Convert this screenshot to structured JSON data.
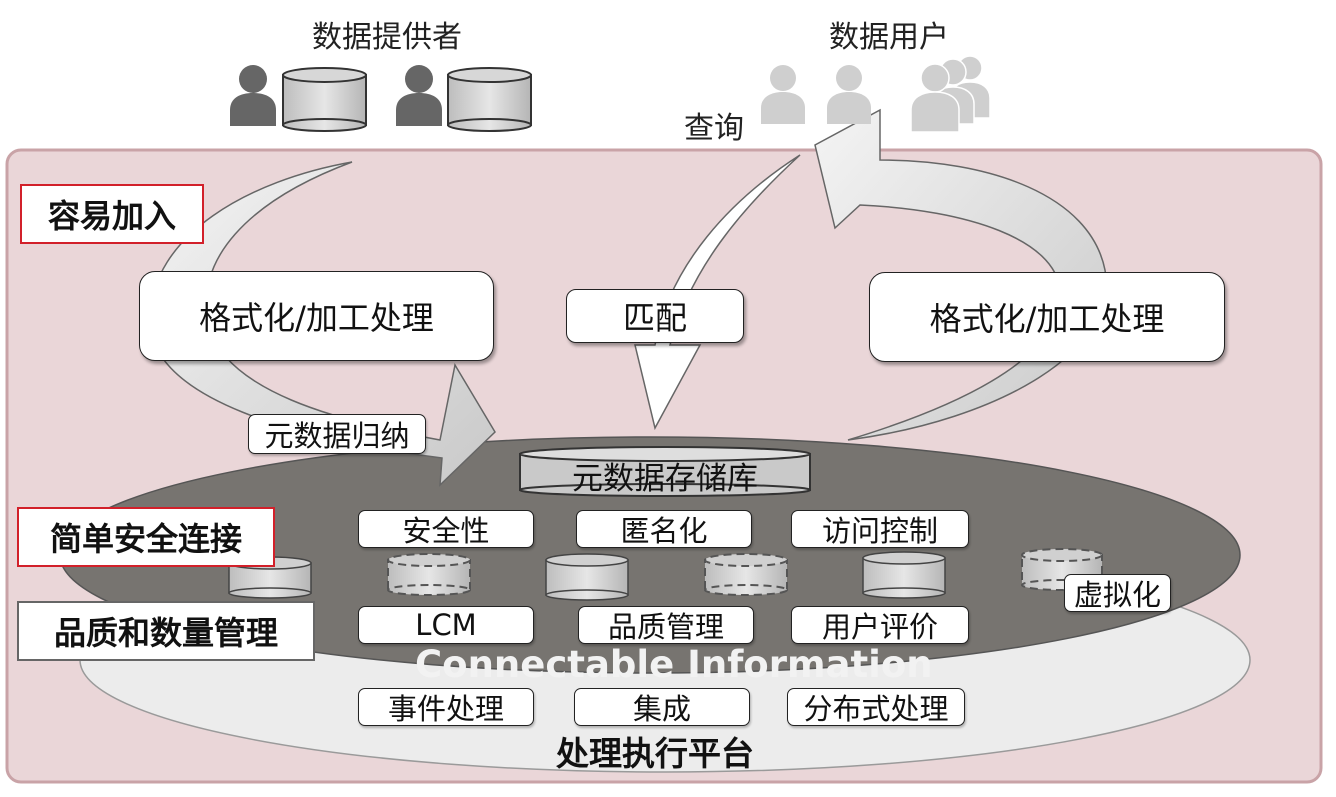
{
  "top": {
    "providers_title": "数据提供者",
    "users_title": "数据用户",
    "query_label": "查询"
  },
  "side_labels": {
    "easy_join": "容易加入",
    "simple_secure": "简单安全连接",
    "quality_mgmt": "品质和数量管理"
  },
  "process_boxes": {
    "left": "格式化/加工处理",
    "match": "匹配",
    "right": "格式化/加工处理"
  },
  "tags": {
    "metadata_summary": "元数据归纳",
    "metadata_store": "元数据存储库",
    "security": "安全性",
    "anonymize": "匿名化",
    "access_control": "访问控制",
    "virtualize": "虚拟化",
    "lcm": "LCM",
    "quality": "品质管理",
    "user_rating": "用户评价",
    "event": "事件处理",
    "integrate": "集成",
    "distributed": "分布式处理"
  },
  "center": {
    "connectable": "Connectable Information",
    "platform": "处理执行平台"
  }
}
